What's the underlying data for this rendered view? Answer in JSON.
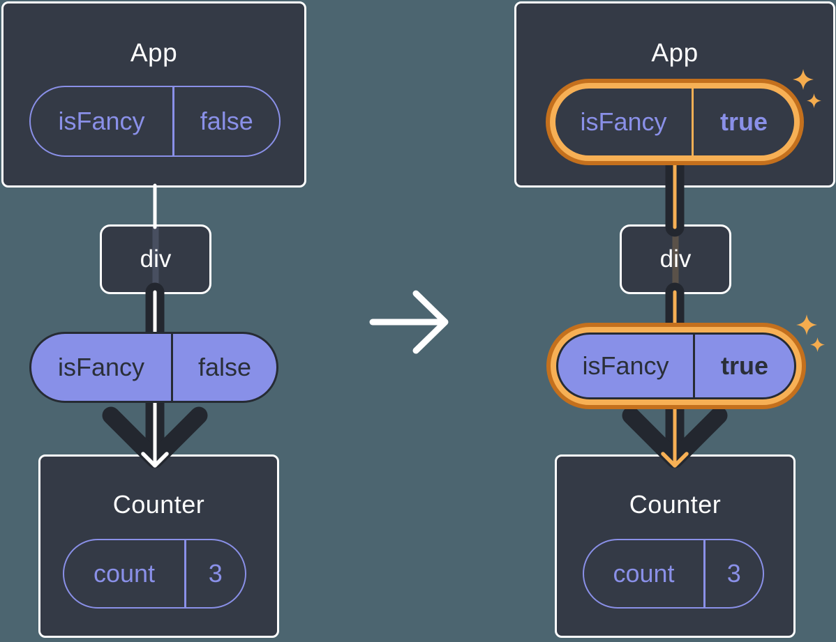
{
  "diagram": {
    "before": {
      "app": {
        "title": "App",
        "prop_name": "isFancy",
        "prop_value": "false"
      },
      "div": {
        "title": "div"
      },
      "passed_prop": {
        "name": "isFancy",
        "value": "false"
      },
      "counter": {
        "title": "Counter",
        "state_name": "count",
        "state_value": "3"
      }
    },
    "after": {
      "app": {
        "title": "App",
        "prop_name": "isFancy",
        "prop_value": "true"
      },
      "div": {
        "title": "div"
      },
      "passed_prop": {
        "name": "isFancy",
        "value": "true"
      },
      "counter": {
        "title": "Counter",
        "state_name": "count",
        "state_value": "3"
      }
    },
    "colors": {
      "background": "#4C6570",
      "node_fill": "#343A46",
      "node_border": "#FFFFFF",
      "purple": "#8A90E8",
      "pill_fill": "#8890E8",
      "dark_ink": "#23272F",
      "highlight_outer_orange": "#C4701D",
      "highlight_inner_orange": "#F7B055",
      "sparkle_orange": "#F5AC4E"
    },
    "icons": {
      "transition": "transition-arrow-icon",
      "flow_left": "prop-flow-arrow-icon",
      "flow_right": "prop-flow-arrow-icon",
      "sparkles": "sparkle-icon"
    }
  }
}
